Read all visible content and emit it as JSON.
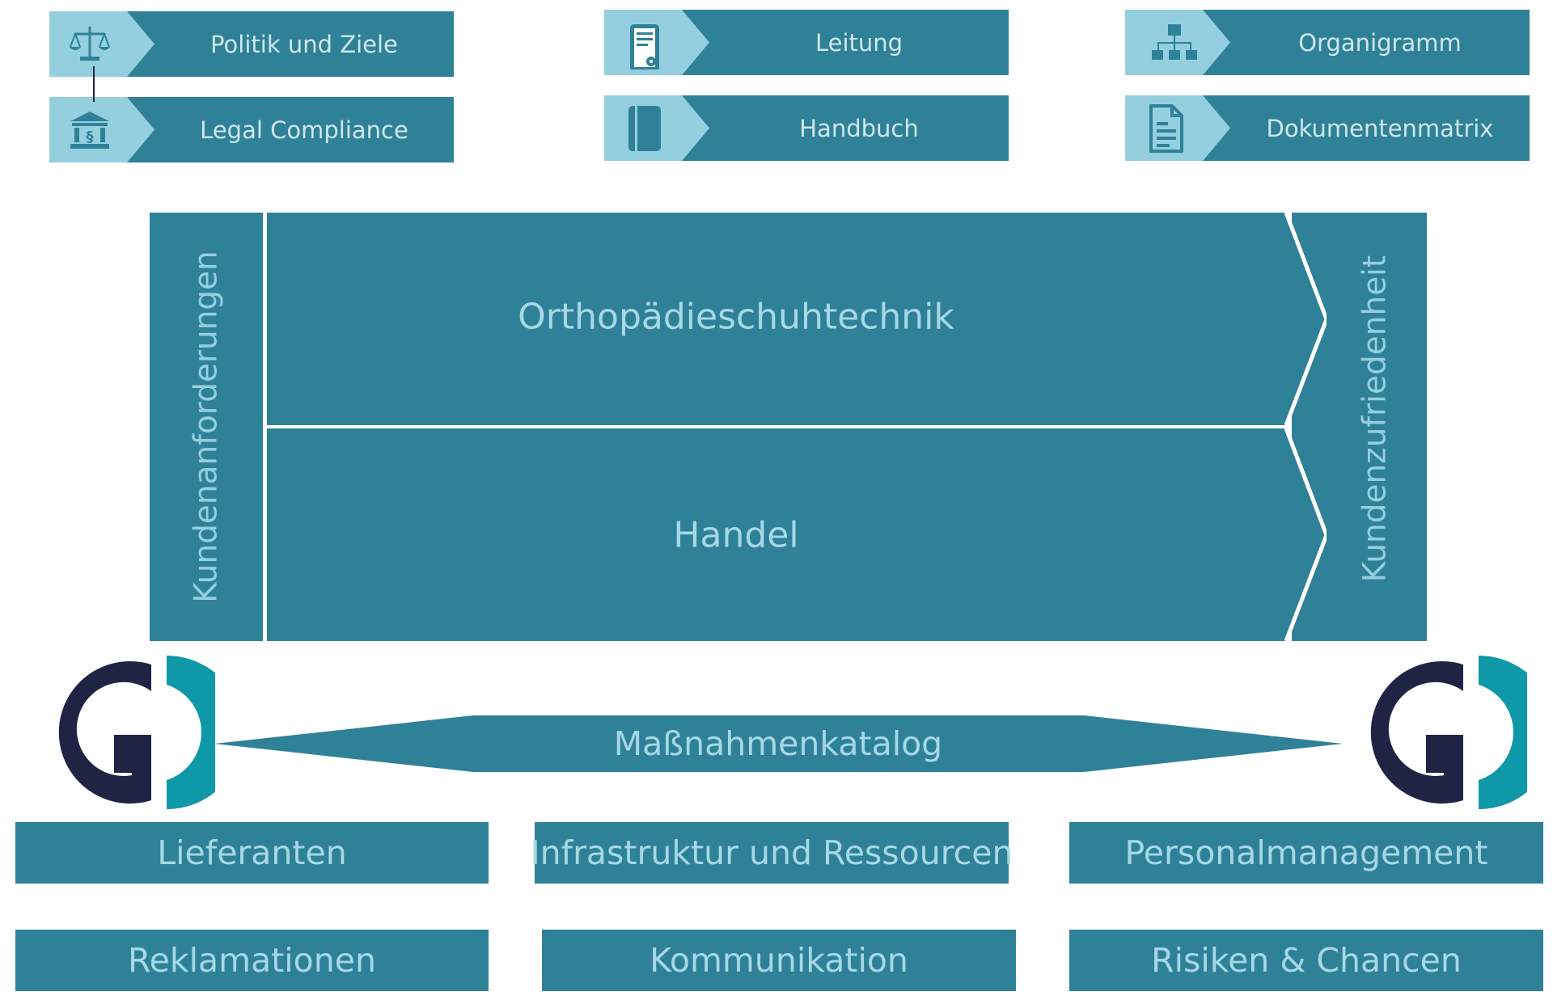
{
  "top_tiles": [
    {
      "id": "politik",
      "label": "Politik und Ziele",
      "icon": "scales-icon"
    },
    {
      "id": "legal",
      "label": "Legal Compliance",
      "icon": "courthouse-icon"
    },
    {
      "id": "leitung",
      "label": "Leitung",
      "icon": "certificate-icon"
    },
    {
      "id": "handbuch",
      "label": "Handbuch",
      "icon": "book-icon"
    },
    {
      "id": "organigramm",
      "label": "Organigramm",
      "icon": "org-chart-icon"
    },
    {
      "id": "dokumentenmatrix",
      "label": "Dokumentenmatrix",
      "icon": "document-icon"
    }
  ],
  "core": {
    "left_label": "Kundenanforderungen",
    "right_label": "Kundenzufriedenheit",
    "processes": [
      "Orthopädieschuhtechnik",
      "Handel"
    ]
  },
  "center_label": "Maßnahmenkatalog",
  "support_boxes": [
    {
      "label": "Lieferanten"
    },
    {
      "label": "Infrastruktur und Ressourcen"
    },
    {
      "label": "Personalmanagement"
    },
    {
      "label": "Reklamationen"
    },
    {
      "label": "Kommunikation"
    },
    {
      "label": "Risiken & Chancen"
    }
  ],
  "colors": {
    "primary": "#2f8197",
    "light": "#94cfdf",
    "logo_dark": "#1f2444",
    "logo_accent": "#0e98a8"
  }
}
